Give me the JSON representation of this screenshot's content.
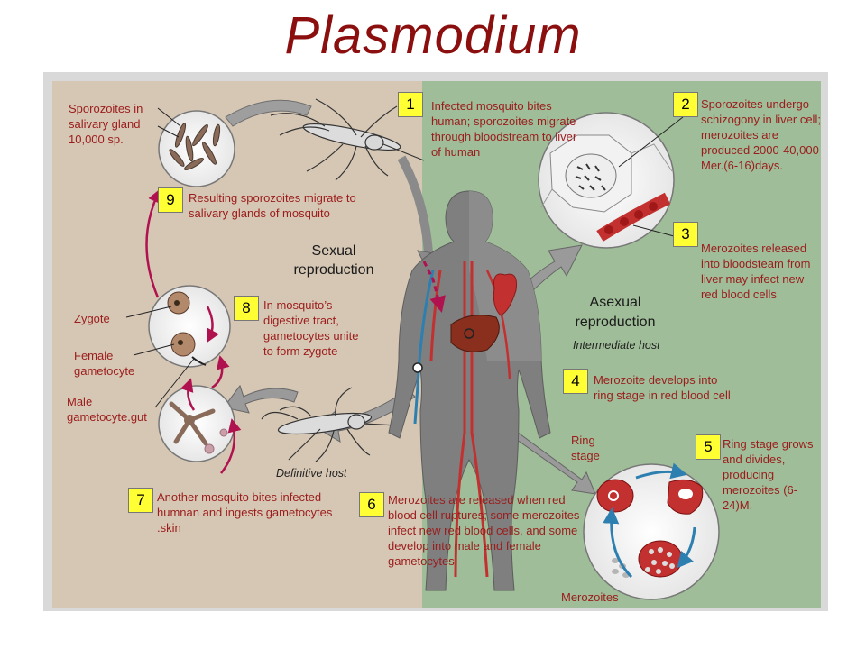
{
  "title": "Plasmodium",
  "colors": {
    "text_red": "#9b1c1c",
    "title": "#8b0f0f",
    "sexual_bg": "#d6c7b4",
    "asexual_bg": "#9fbd98",
    "step_badge": "#ffff33",
    "blood": "#c23030"
  },
  "labels": {
    "sexual": "Sexual reproduction",
    "asexual": "Asexual reproduction",
    "intermediate_host": "Intermediate host",
    "definitive_host": "Definitive host",
    "sporozoites_gland": "Sporozoites in salivary gland 10,000 sp.",
    "zygote": "Zygote",
    "female_gametocyte": "Female gametocyte",
    "male_gametocyte": "Male gametocyte.gut",
    "ring_stage": "Ring stage",
    "merozoites": "Merozoites"
  },
  "steps": [
    {
      "num": "1",
      "text": "Infected mosquito bites human; sporozoites migrate through bloodstream to liver of human"
    },
    {
      "num": "2",
      "text": "Sporozoites undergo schizogony in liver cell; merozoites are produced 2000-40,000 Mer.(6-16)days."
    },
    {
      "num": "3",
      "text": "Merozoites released into bloodsteam from liver may infect new red blood cells"
    },
    {
      "num": "4",
      "text": "Merozoite develops into ring stage in red blood cell"
    },
    {
      "num": "5",
      "text": "Ring stage grows and divides, producing merozoites (6-24)M."
    },
    {
      "num": "6",
      "text": "Merozoites are released when red blood cell ruptures; some merozoites infect new red blood cells, and some develop into male and female gametocytes"
    },
    {
      "num": "7",
      "text": "Another mosquito bites infected humnan and ingests gametocytes .skin"
    },
    {
      "num": "8",
      "text": "In mosquito’s digestive tract, gametocytes unite to form zygote"
    },
    {
      "num": "9",
      "text": "Resulting sporozoites migrate to salivary glands of mosquito"
    }
  ]
}
